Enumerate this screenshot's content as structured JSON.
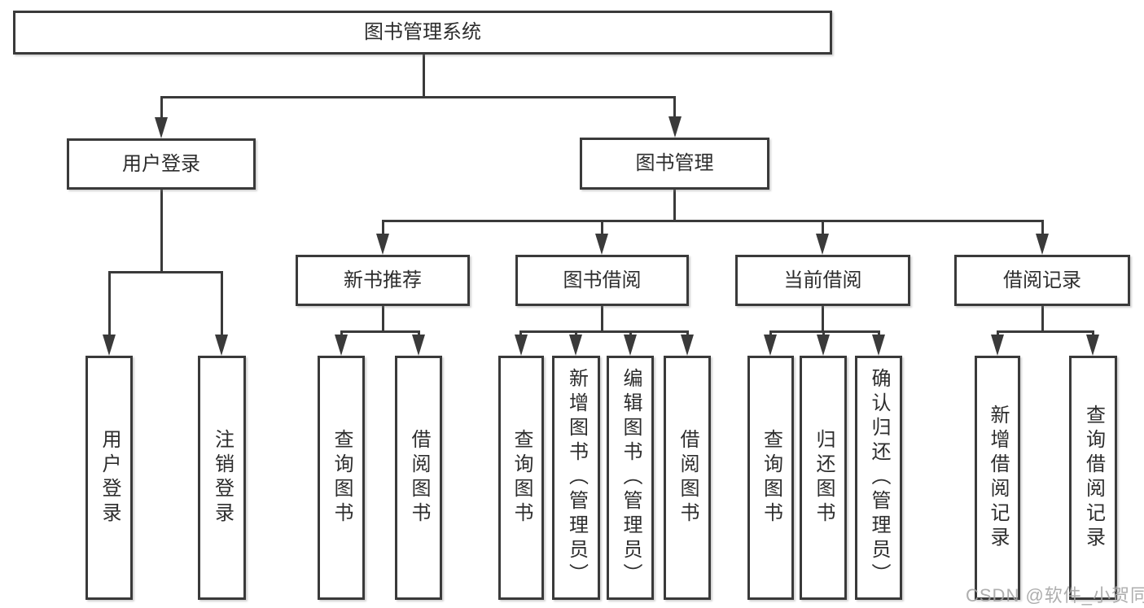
{
  "tree": {
    "label": "图书管理系统",
    "children": [
      {
        "label": "用户登录",
        "children": [
          {
            "label": "用户登录"
          },
          {
            "label": "注销登录"
          }
        ]
      },
      {
        "label": "图书管理",
        "children": [
          {
            "label": "新书推荐",
            "children": [
              {
                "label": "查询图书"
              },
              {
                "label": "借阅图书"
              }
            ]
          },
          {
            "label": "图书借阅",
            "children": [
              {
                "label": "查询图书"
              },
              {
                "label": "新增图书（管理员）"
              },
              {
                "label": "编辑图书（管理员）"
              },
              {
                "label": "借阅图书"
              }
            ]
          },
          {
            "label": "当前借阅",
            "children": [
              {
                "label": "查询图书"
              },
              {
                "label": "归还图书"
              },
              {
                "label": "确认归还（管理员）"
              }
            ]
          },
          {
            "label": "借阅记录",
            "children": [
              {
                "label": "新增借阅记录"
              },
              {
                "label": "查询借阅记录"
              }
            ]
          }
        ]
      }
    ]
  },
  "watermark": {
    "text": "CSDN @软件_小贺同学"
  },
  "colors": {
    "line": "#3a3a3a",
    "box_background": "#ffffff",
    "watermark": "#a5a5a5"
  }
}
